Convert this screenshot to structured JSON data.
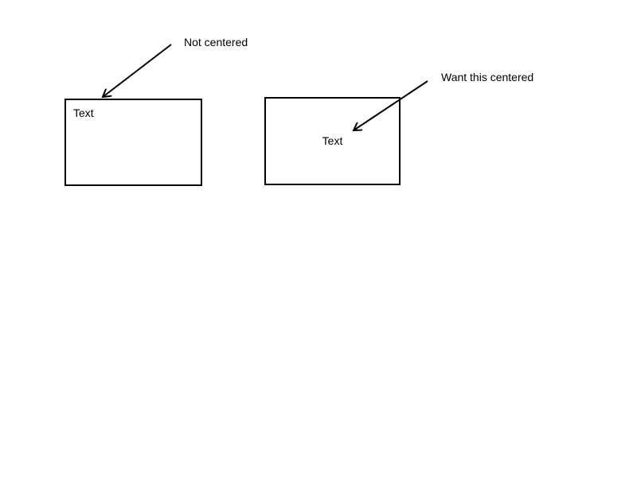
{
  "boxes": [
    {
      "text": "Text",
      "alignment": "top-left"
    },
    {
      "text": "Text",
      "alignment": "center"
    }
  ],
  "annotations": [
    {
      "label": "Not centered"
    },
    {
      "label": "Want this centered"
    }
  ]
}
